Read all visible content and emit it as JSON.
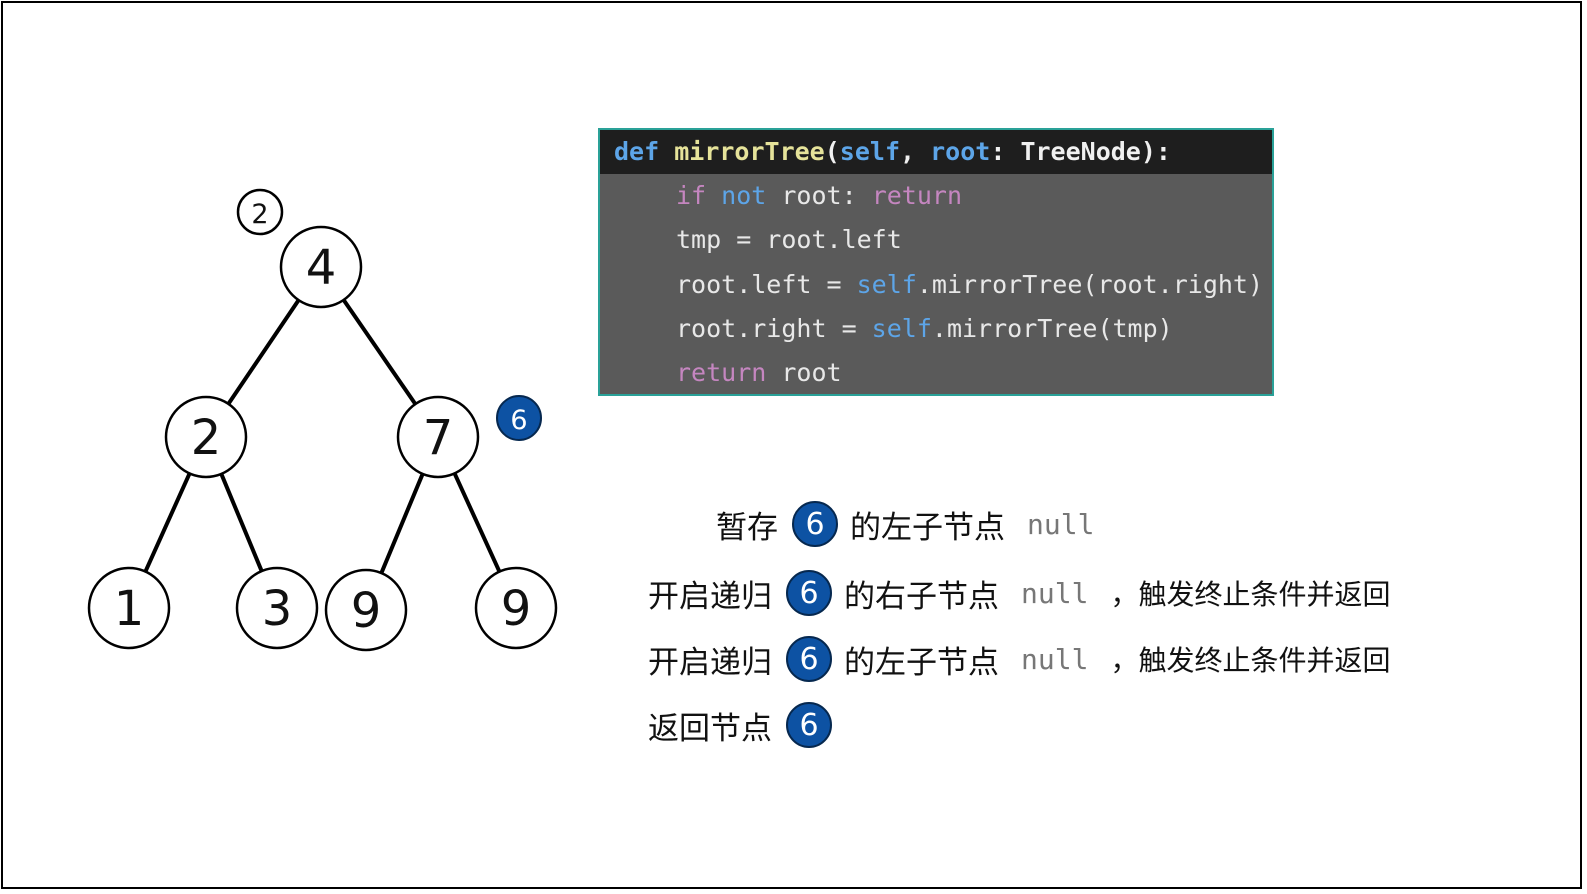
{
  "tree": {
    "nodes": [
      {
        "id": "root",
        "value": "4"
      },
      {
        "id": "left",
        "value": "2"
      },
      {
        "id": "right",
        "value": "7"
      },
      {
        "id": "left-left",
        "value": "1"
      },
      {
        "id": "left-right",
        "value": "3"
      },
      {
        "id": "right-left",
        "value": "9"
      },
      {
        "id": "right-right",
        "value": "9"
      }
    ],
    "edges": [
      [
        "root",
        "left"
      ],
      [
        "root",
        "right"
      ],
      [
        "left",
        "left-left"
      ],
      [
        "left",
        "left-right"
      ],
      [
        "right",
        "right-left"
      ],
      [
        "right",
        "right-right"
      ]
    ],
    "step_marker_root": "2",
    "step_marker_right": "6"
  },
  "code": {
    "header": {
      "def": "def",
      "name": "mirrorTree",
      "open": "(",
      "self": "self",
      "comma": ", ",
      "root": "root",
      "colon_type": ": TreeNode):"
    },
    "line1": {
      "if": "if",
      "not": " not",
      "rest": " root: ",
      "return": "return"
    },
    "line2": {
      "text": "tmp = root.left"
    },
    "line3": {
      "pre": "root.left = ",
      "self": "self",
      "post": ".mirrorTree(root.right)"
    },
    "line4": {
      "pre": "root.right = ",
      "self": "self",
      "post": ".mirrorTree(tmp)"
    },
    "line5": {
      "return": "return",
      "rest": " root"
    }
  },
  "steps": [
    {
      "prefix": "暂存",
      "badge": "6",
      "suffix": "的左子节点",
      "null": "null",
      "tail": ""
    },
    {
      "prefix": "开启递归",
      "badge": "6",
      "suffix": "的右子节点",
      "null": "null",
      "tail": "，触发终止条件并返回"
    },
    {
      "prefix": "开启递归",
      "badge": "6",
      "suffix": "的左子节点",
      "null": "null",
      "tail": "，触发终止条件并返回"
    },
    {
      "prefix": "返回节点",
      "badge": "6",
      "suffix": "",
      "null": "",
      "tail": ""
    }
  ],
  "colors": {
    "badge_fill": "#0d52a3",
    "code_border": "#2aa198",
    "code_bg": "#5a5a5a",
    "code_header_bg": "#1e1e1e"
  }
}
